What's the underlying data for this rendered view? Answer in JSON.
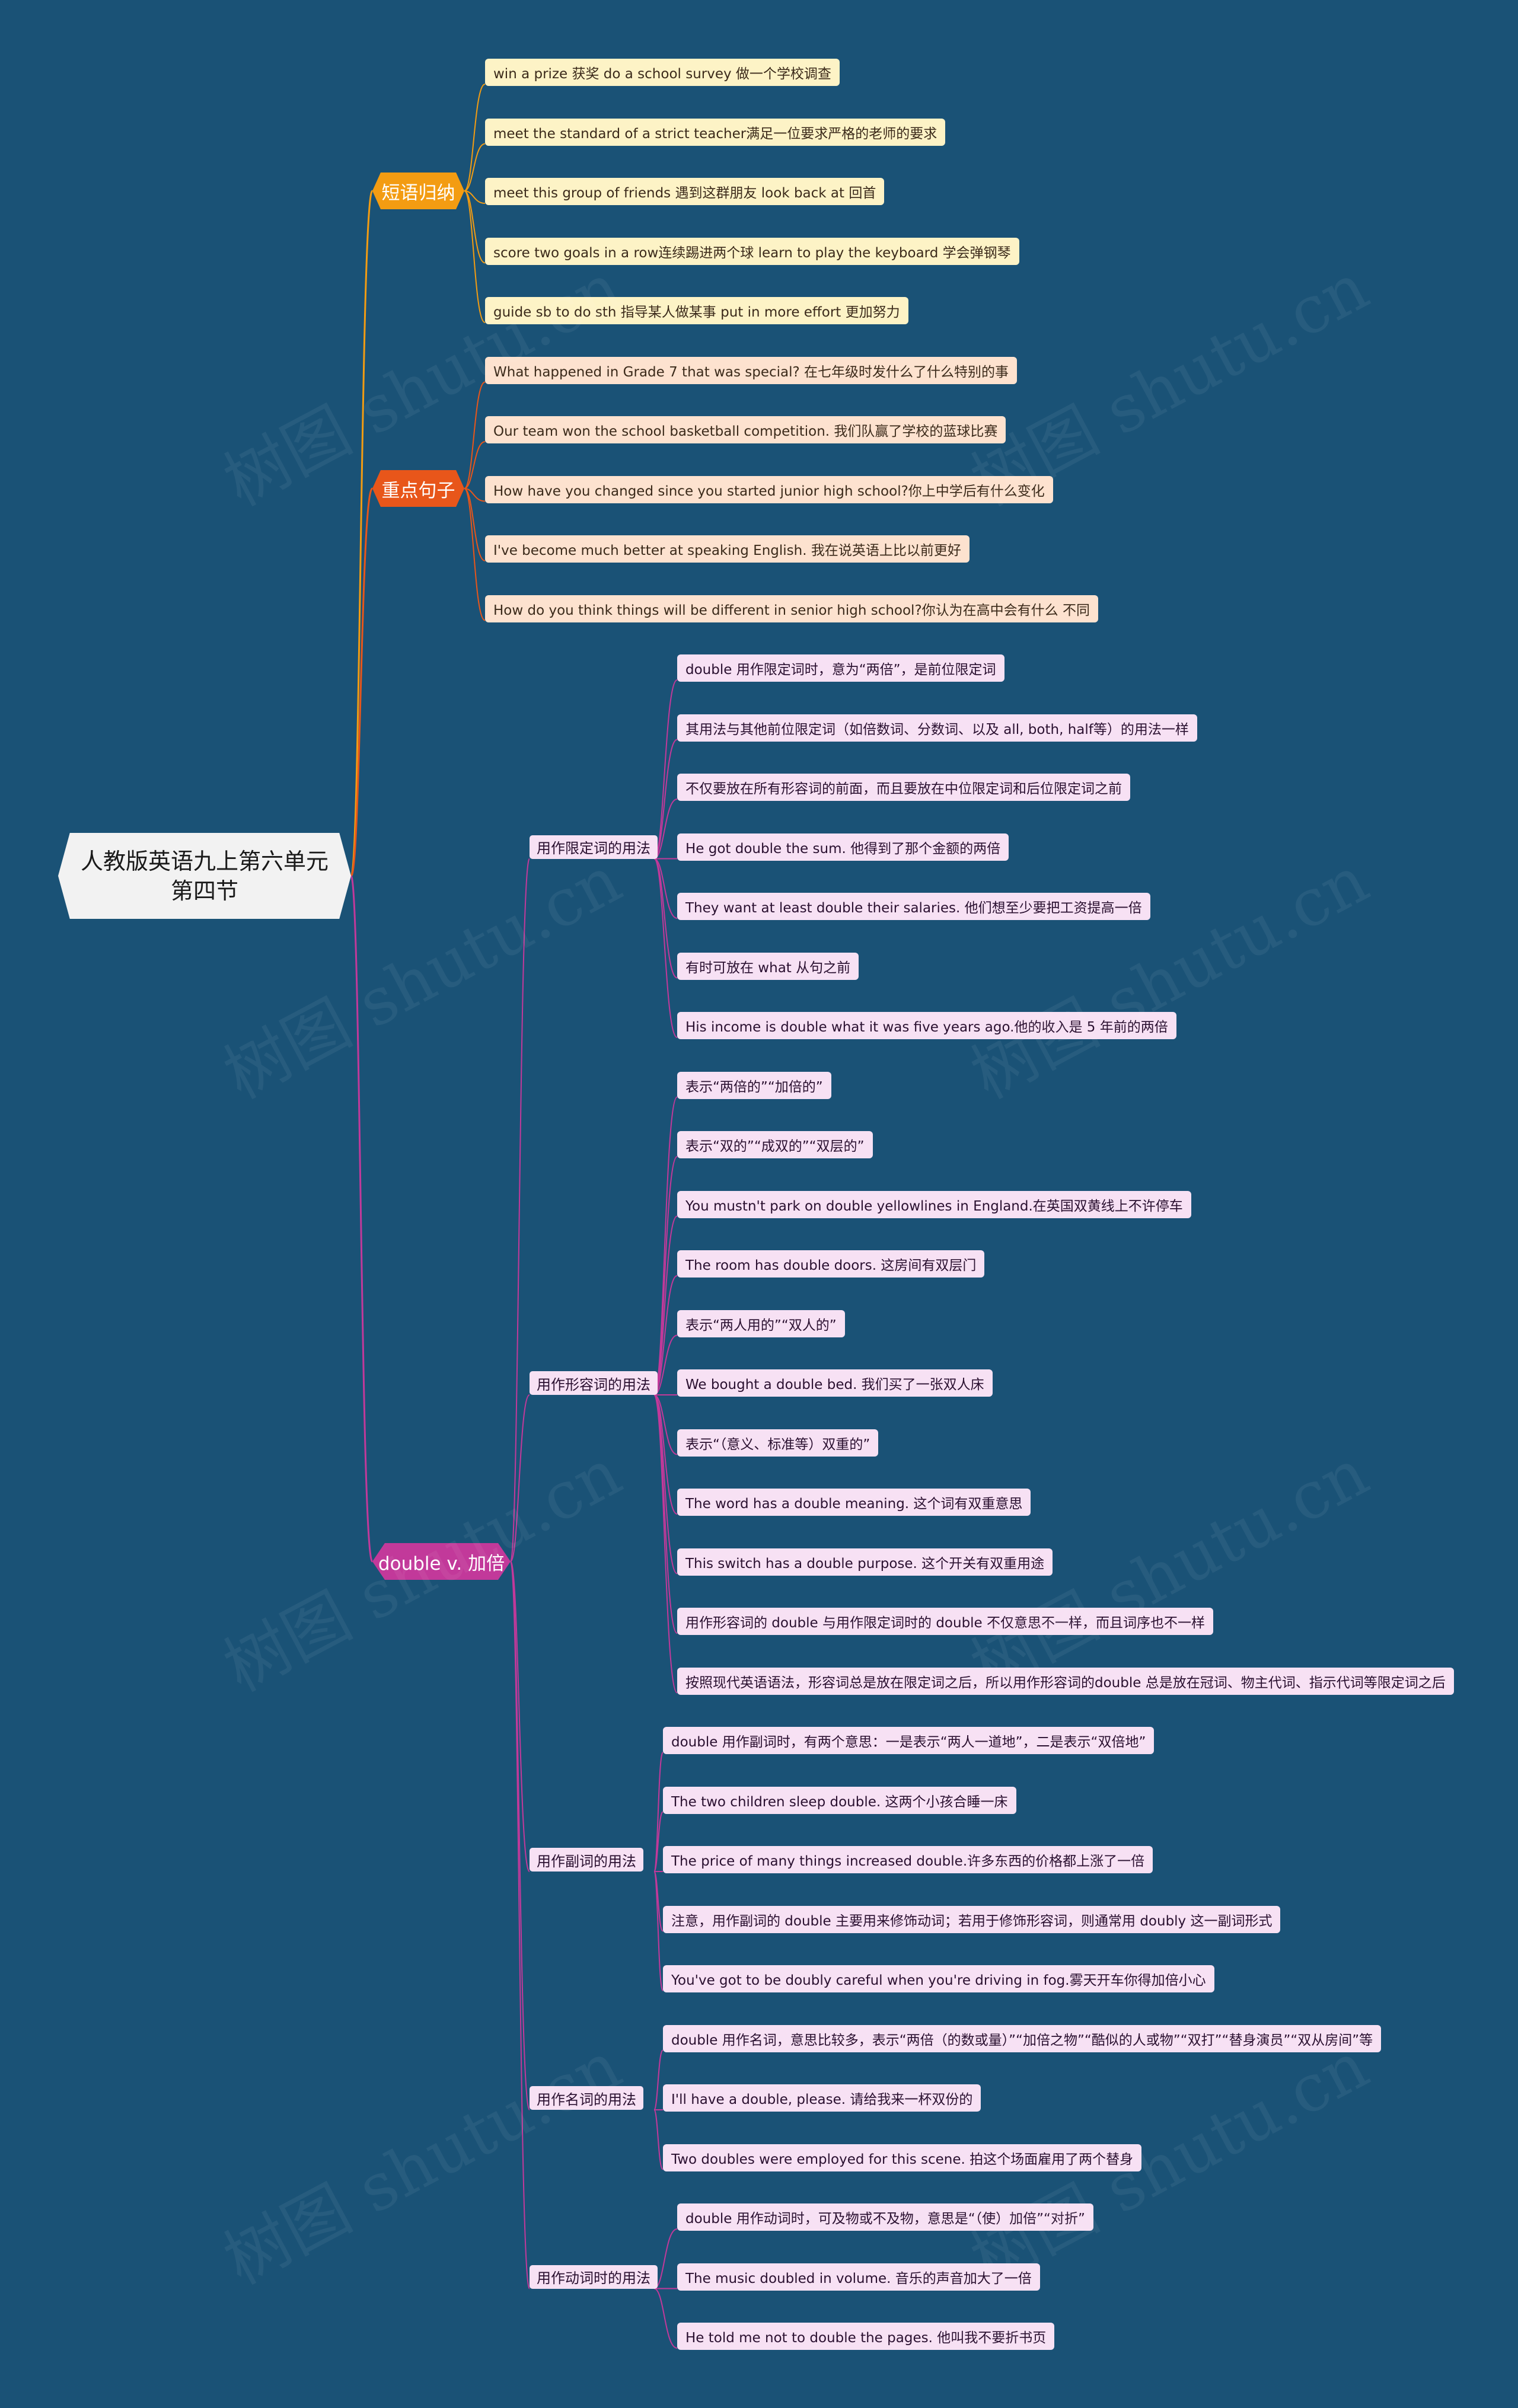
{
  "colors": {
    "background": "#1a5276",
    "phrases": "#f39c12",
    "sentences": "#e8561a",
    "double": "#c2399a"
  },
  "watermark": "树图 shutu.cn",
  "root": {
    "title": "人教版英语九上第六单元第四节"
  },
  "phrases": {
    "title": "短语归纳",
    "items": [
      "win a prize 获奖   do a school survey 做一个学校调查",
      "meet the standard of a strict teacher满足一位要求严格的老师的要求",
      "meet this group of friends 遇到这群朋友   look back at 回首",
      "score two goals in a row连续踢进两个球   learn to play the keyboard 学会弹钢琴",
      "guide sb to do sth 指导某人做某事    put in more effort 更加努力"
    ]
  },
  "sentences": {
    "title": "重点句子",
    "items": [
      "What happened in Grade 7 that was special? 在七年级时发什么了什么特别的事",
      "Our team won the school basketball competition. 我们队赢了学校的蓝球比赛",
      "How have you changed since you started junior high school?你上中学后有什么变化",
      "I've become much better at speaking English. 我在说英语上比以前更好",
      "How do you think things will be different in senior high school?你认为在高中会有什么 不同"
    ]
  },
  "double": {
    "title": "double v. 加倍",
    "groups": [
      {
        "label": "用作限定词的用法",
        "items": [
          "double 用作限定词时，意为“两倍”，是前位限定词",
          "其用法与其他前位限定词（如倍数词、分数词、以及 all, both, half等）的用法一样",
          "不仅要放在所有形容词的前面，而且要放在中位限定词和后位限定词之前",
          "He got double the sum.  他得到了那个金额的两倍",
          "They want at least double their salaries.  他们想至少要把工资提高一倍",
          "有时可放在 what 从句之前",
          "His income is double what it was five years ago.他的收入是 5 年前的两倍"
        ]
      },
      {
        "label": "用作形容词的用法",
        "items": [
          "表示“两倍的”“加倍的”",
          "表示“双的”“成双的”“双层的”",
          "You mustn't park on double yellowlines in England.在英国双黄线上不许停车",
          "The room has double doors. 这房间有双层门",
          "表示“两人用的”“双人的”",
          "We bought a double bed. 我们买了一张双人床",
          "表示“（意义、标准等）双重的”",
          "The word has a double meaning. 这个词有双重意思",
          "This switch has a double purpose. 这个开关有双重用途",
          "用作形容词的 double 与用作限定词时的 double 不仅意思不一样，而且词序也不一样",
          "按照现代英语语法，形容词总是放在限定词之后，所以用作形容词的double 总是放在冠词、物主代词、指示代词等限定词之后"
        ]
      },
      {
        "label": "用作副词的用法",
        "items": [
          "double 用作副词时，有两个意思：一是表示“两人一道地”，二是表示“双倍地”",
          "The two children sleep double. 这两个小孩合睡一床",
          "The price of many things increased double.许多东西的价格都上涨了一倍",
          "注意，用作副词的 double 主要用来修饰动词；若用于修饰形容词，则通常用 doubly 这一副词形式",
          "You've got to be doubly careful when you're driving in fog.雾天开车你得加倍小心"
        ]
      },
      {
        "label": "用作名词的用法",
        "items": [
          "double 用作名词，意思比较多，表示“两倍（的数或量）”“加倍之物”“酷似的人或物”“双打”“替身演员”“双从房间”等",
          "I'll have a double, please. 请给我来一杯双份的",
          "Two doubles were employed for this scene. 拍这个场面雇用了两个替身"
        ]
      },
      {
        "label": "用作动词时的用法",
        "items": [
          "double 用作动词时，可及物或不及物，意思是“（使）加倍”“对折”",
          "The music doubled in volume. 音乐的声音加大了一倍",
          "He told me not to double the pages. 他叫我不要折书页"
        ]
      }
    ]
  }
}
